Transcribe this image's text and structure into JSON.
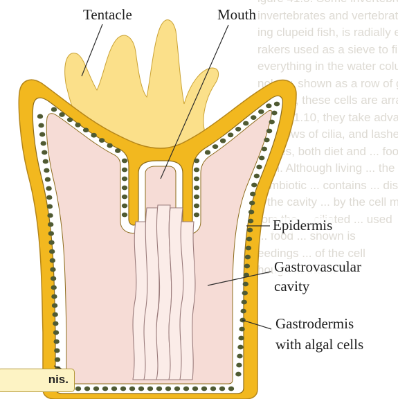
{
  "labels": {
    "tentacle": "Tentacle",
    "mouth": "Mouth",
    "epidermis": "Epidermis",
    "gastrovascular_line1": "Gastrovascular",
    "gastrovascular_line2": "cavity",
    "gastrodermis_line1": "Gastrodermis",
    "gastrodermis_line2": "with algal cells"
  },
  "caption_fragment": "nis.",
  "colors": {
    "epidermis": "#f2b81f",
    "tentacle_light": "#fbe08a",
    "cavity": "#f6dcd6",
    "algal_cell": "#4f5a32",
    "outline": "#8c6b1a"
  }
}
